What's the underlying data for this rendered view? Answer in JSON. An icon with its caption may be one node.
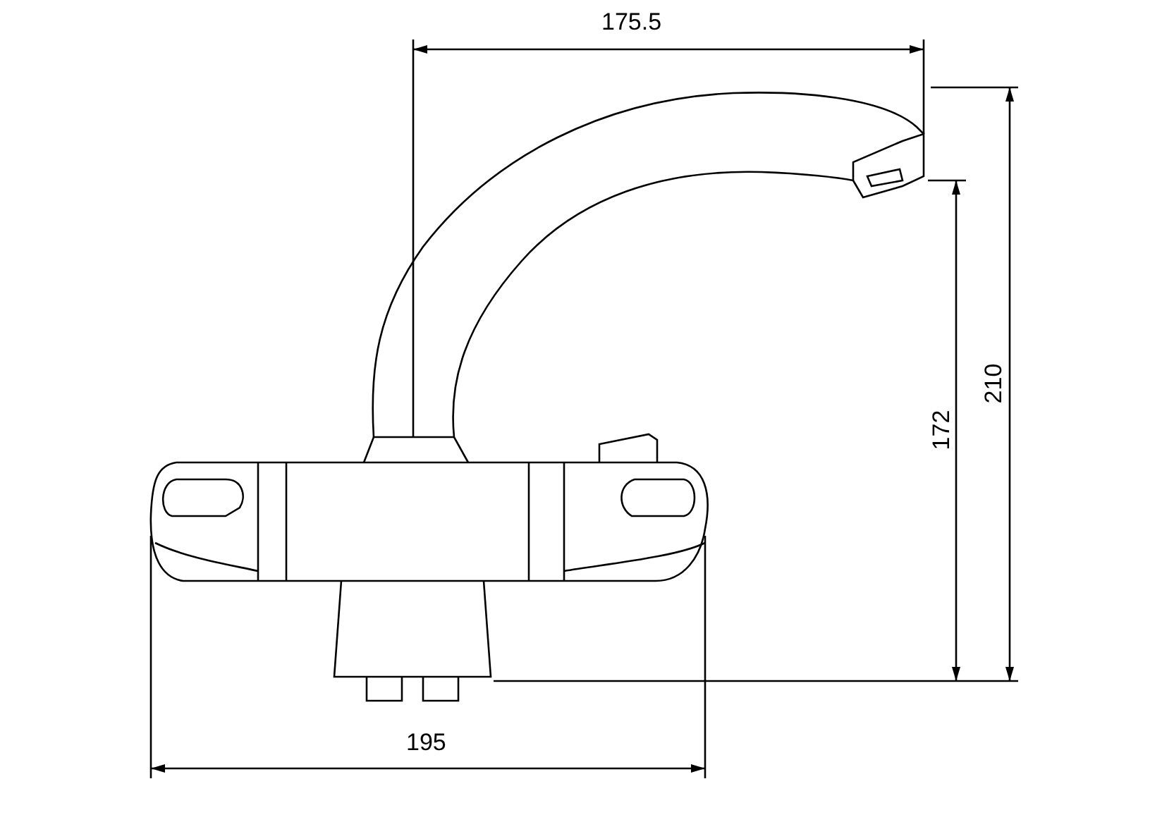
{
  "diagram": {
    "labels": [
      "175.5",
      "210",
      "172",
      "195"
    ]
  }
}
